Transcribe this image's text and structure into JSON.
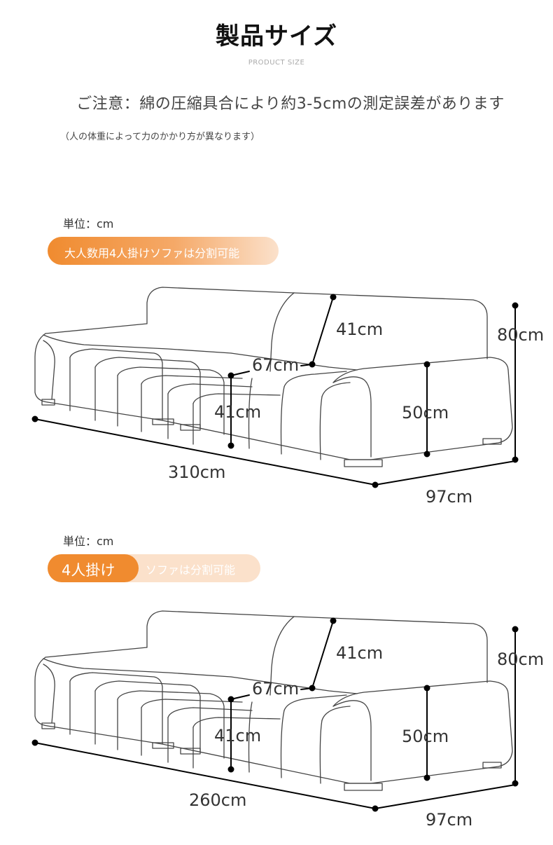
{
  "header": {
    "title": "製品サイズ",
    "subtitle": "PRODUCT SIZE",
    "notice": "ご注意：綿の圧縮具合により約3-5cmの測定誤差があります",
    "notice_sub": "（人の体重によって力のかかり方が異なります）"
  },
  "sections": [
    {
      "unit": "単位：cm",
      "badge": "大人数用4人掛けソファは分割可能",
      "dims": {
        "seat_depth": "41cm",
        "back_height": "67cm",
        "seat_height": "41cm",
        "arm_height": "50cm",
        "total_height": "80cm",
        "width": "310cm",
        "depth": "97cm"
      }
    },
    {
      "unit": "単位：cm",
      "badge_main": "4人掛け",
      "badge_sub": "ソファは分割可能",
      "dims": {
        "seat_depth": "41cm",
        "back_height": "67cm",
        "seat_height": "41cm",
        "arm_height": "50cm",
        "total_height": "80cm",
        "width": "260cm",
        "depth": "97cm"
      }
    }
  ]
}
